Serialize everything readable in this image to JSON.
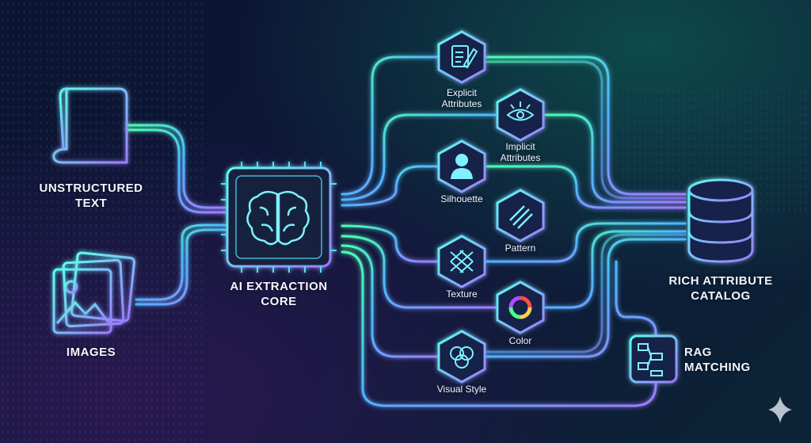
{
  "inputs": {
    "text": {
      "line1": "UNSTRUCTURED",
      "line2": "TEXT"
    },
    "images": {
      "label": "IMAGES"
    }
  },
  "core": {
    "line1": "AI EXTRACTION",
    "line2": "CORE"
  },
  "attributes": {
    "explicit": {
      "line1": "Explicit",
      "line2": "Attributes"
    },
    "implicit": {
      "line1": "Implicit",
      "line2": "Attributes"
    },
    "silhouette": {
      "label": "Silhouette"
    },
    "pattern": {
      "label": "Pattern"
    },
    "texture": {
      "label": "Texture"
    },
    "color": {
      "label": "Color"
    },
    "visual_style": {
      "label": "Visual Style"
    }
  },
  "outputs": {
    "catalog": {
      "line1": "RICH ATTRIBUTE",
      "line2": "CATALOG"
    },
    "rag": {
      "line1": "RAG",
      "line2": "MATCHING"
    }
  },
  "colors": {
    "cyan": "#3ee8e0",
    "blue": "#4f8bff",
    "purple": "#9b7bff",
    "green": "#4dff9a"
  }
}
